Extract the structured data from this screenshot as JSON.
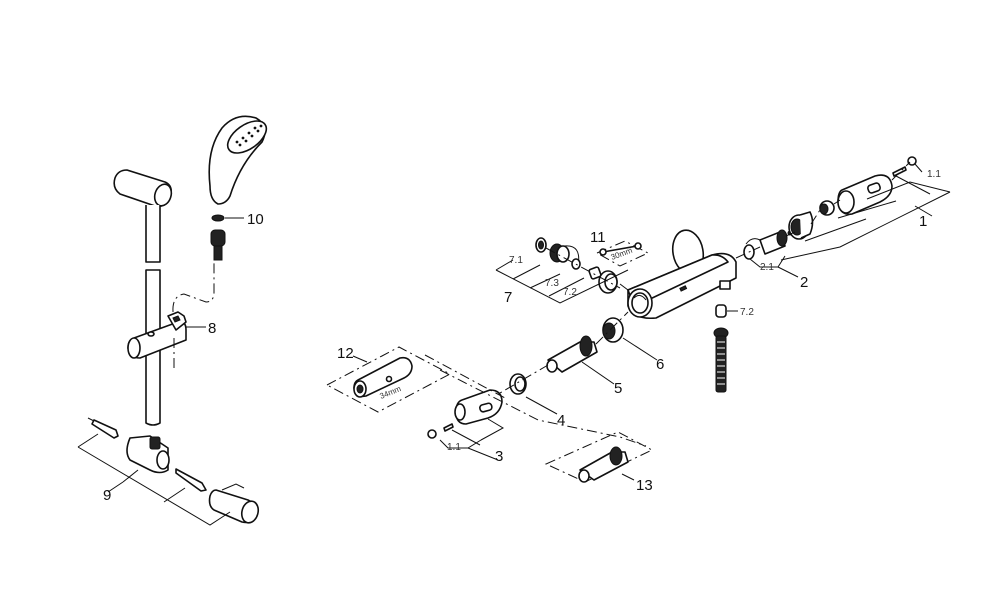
{
  "diagram": {
    "type": "exploded-parts-diagram",
    "colors": {
      "line": "#111111",
      "background": "#ffffff"
    },
    "labels": {
      "p1": "1",
      "p1_1_top": "1.1",
      "p2": "2",
      "p2_1": "2.1",
      "p3": "3",
      "p1_1_bottom": "1.1",
      "p4": "4",
      "p5": "5",
      "p6": "6",
      "p7": "7",
      "p7_1": "7.1",
      "p7_2": "7.2",
      "p7_3": "7.3",
      "p7_2_hose": "7.2",
      "p8": "8",
      "p9": "9",
      "p10": "10",
      "p11": "11",
      "p12": "12",
      "p13": "13"
    },
    "annotations": {
      "wrench_size": "30mm",
      "tool_size": "34mm"
    }
  }
}
